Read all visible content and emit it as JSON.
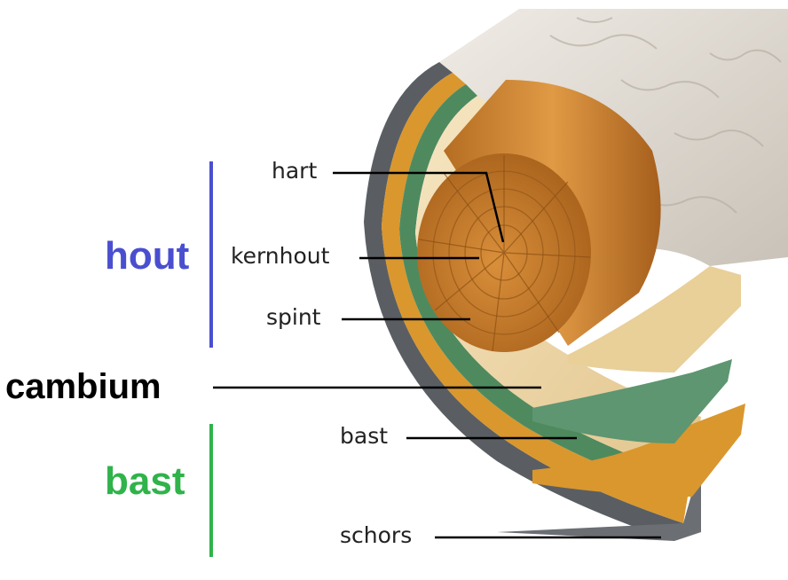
{
  "labels": {
    "hart": "hart",
    "kernhout": "kernhout",
    "spint": "spint",
    "cambium": "cambium",
    "bast_layer": "bast",
    "schors": "schors"
  },
  "groups": {
    "hout": "hout",
    "bast": "bast"
  },
  "colors": {
    "hout": "#4a4fd0",
    "bast": "#2fb34a",
    "cambium_layer": "#4f8a5f",
    "bast_layer": "#d9972e",
    "schors_layer": "#555a60",
    "heartwood": "#c77d2a",
    "sapwood": "#f1dcae",
    "bark": "#ddd7cf"
  }
}
